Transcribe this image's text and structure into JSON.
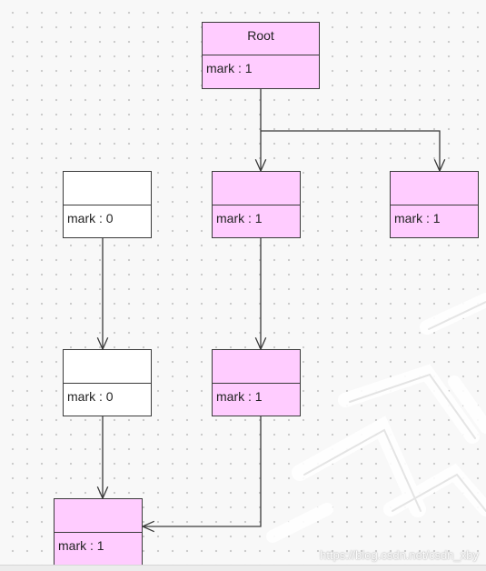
{
  "diagram": {
    "nodes": [
      {
        "id": "root",
        "name": "Root",
        "field": "mark : 1",
        "marked": true
      },
      {
        "id": "a",
        "name": "",
        "field": "mark : 1",
        "marked": true
      },
      {
        "id": "b",
        "name": "",
        "field": "mark : 1",
        "marked": true
      },
      {
        "id": "c",
        "name": "",
        "field": "mark : 0",
        "marked": false
      },
      {
        "id": "d",
        "name": "",
        "field": "mark : 0",
        "marked": false
      },
      {
        "id": "e",
        "name": "",
        "field": "mark : 1",
        "marked": true
      },
      {
        "id": "f",
        "name": "",
        "field": "mark : 1",
        "marked": true
      }
    ],
    "edges": [
      {
        "from": "root",
        "to": "a"
      },
      {
        "from": "root",
        "to": "b"
      },
      {
        "from": "a",
        "to": "e"
      },
      {
        "from": "c",
        "to": "d"
      },
      {
        "from": "d",
        "to": "f"
      },
      {
        "from": "e",
        "to": "f"
      }
    ]
  },
  "watermark": "https://blog.csdn.net/csdn_xby",
  "colors": {
    "marked_fill": "#ffccff",
    "unmarked_fill": "#ffffff",
    "line": "#3a3a3a"
  }
}
